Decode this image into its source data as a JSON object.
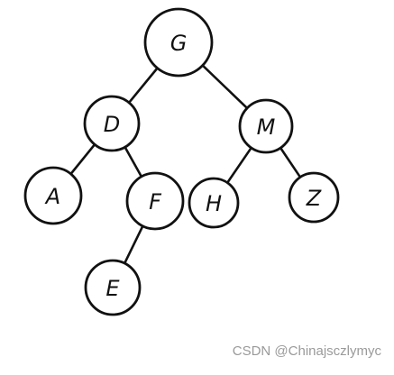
{
  "diagram": {
    "type": "binary-tree",
    "nodes": [
      {
        "id": "G",
        "label": "G"
      },
      {
        "id": "D",
        "label": "D"
      },
      {
        "id": "M",
        "label": "M"
      },
      {
        "id": "A",
        "label": "A"
      },
      {
        "id": "F",
        "label": "F"
      },
      {
        "id": "H",
        "label": "H"
      },
      {
        "id": "Z",
        "label": "Z"
      },
      {
        "id": "E",
        "label": "E"
      }
    ],
    "edges": [
      {
        "from": "G",
        "to": "D"
      },
      {
        "from": "G",
        "to": "M"
      },
      {
        "from": "D",
        "to": "A"
      },
      {
        "from": "D",
        "to": "F"
      },
      {
        "from": "M",
        "to": "H"
      },
      {
        "from": "M",
        "to": "Z"
      },
      {
        "from": "F",
        "to": "E"
      }
    ],
    "stroke_color": "#111111",
    "fill_color": "#ffffff"
  },
  "watermark": {
    "text": "CSDN @Chinajsczlymyc",
    "color": "#9a9a9a"
  }
}
